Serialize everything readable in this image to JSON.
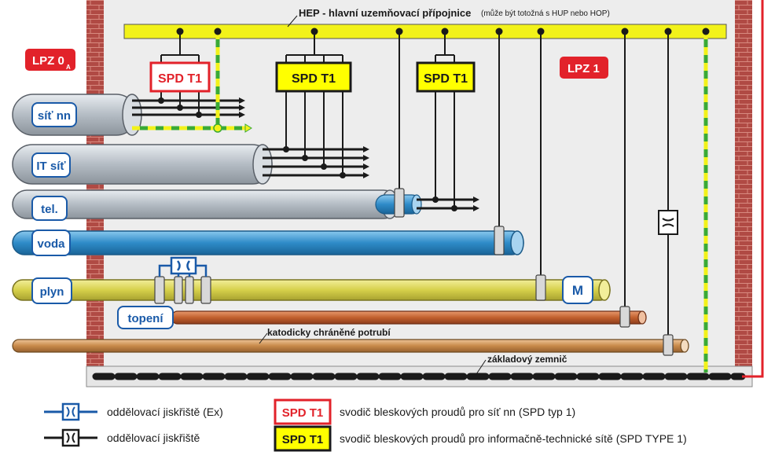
{
  "hep_label": "HEP - hlavní uzemňovací přípojnice",
  "hep_note": "(může být totožná s HUP nebo HOP)",
  "zones": {
    "lpz0": "LPZ 0",
    "lpz0_sub": "A",
    "lpz1": "LPZ 1"
  },
  "spd": {
    "red": "SPD T1",
    "yellow1": "SPD T1",
    "yellow2": "SPD T1"
  },
  "pipes": {
    "sit_nn": "síť nn",
    "it_sit": "IT síť",
    "tel": "tel.",
    "voda": "voda",
    "plyn": "plyn",
    "topeni": "topení",
    "meter": "M"
  },
  "annotations": {
    "katodicky": "katodicky chráněné potrubí",
    "zakladovy": "základový zemnič"
  },
  "legend": {
    "ex_gap": "oddělovací jiskřiště (Ex)",
    "gap": "oddělovací jiskřiště",
    "spd_red_label": "SPD T1",
    "spd_red_desc": "svodič bleskových proudů pro síť nn (SPD typ 1)",
    "spd_yellow_label": "SPD T1",
    "spd_yellow_desc": "svodič bleskových proudů pro informačně-technické sítě (SPD TYPE 1)"
  },
  "colors": {
    "hep_bar": "#f2f21a",
    "wall_brick": "#b04a44",
    "room_bg": "#ededed",
    "spd_red": "#e2222a",
    "spd_yellow": "#ffff00",
    "water": "#2e8bc8",
    "gas": "#d6d04a",
    "heating": "#c2602e",
    "cathodic": "#c88a4a",
    "pe_green": "#3aaa35",
    "label_blue": "#1a5aa8"
  }
}
